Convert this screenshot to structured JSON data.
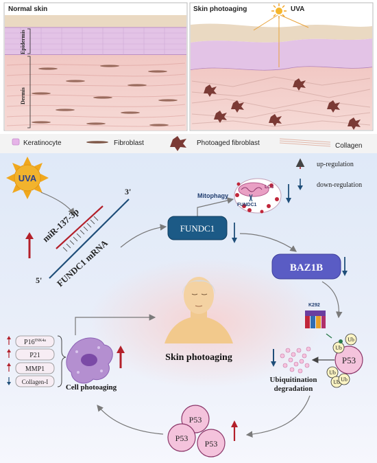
{
  "panels": {
    "normal": "Normal skin",
    "photoaging": "Skin photoaging",
    "uva_top": "UVA",
    "epidermis": "Epidermis",
    "dermis": "Dermis"
  },
  "legend": {
    "keratinocyte": "Keratinocyte",
    "fibroblast": "Fibroblast",
    "photoaged_fibroblast": "Photoaged fibroblast",
    "collagen": "Collagen"
  },
  "key": {
    "up": "up-regulation",
    "down": "down-regulation"
  },
  "pathway": {
    "uva": "UVA",
    "mirna": "miR-137-3p",
    "mrna": "FUNDC1 mRNA",
    "five_prime": "5'",
    "three_prime": "3'",
    "mitophagy": "Mitophagy",
    "lc3": "LC3",
    "fundc1_small": "FUNDC1",
    "fundc1": "FUNDC1",
    "baz1b": "BAZ1B",
    "k292": "K292",
    "ub": "Ub",
    "p53": "P53",
    "ubiq_line1": "Ubiquitination",
    "ubiq_line2": "degradation",
    "center": "Skin photoaging",
    "cell": "Cell photoaging",
    "markers": {
      "p16": "P16",
      "p16_sup": "INK4a",
      "p21": "P21",
      "mmp1": "MMP1",
      "collagen": "Collagen-I"
    }
  },
  "colors": {
    "up": "#b3202a",
    "down": "#1f4e79",
    "fundc1_fill": "#1c5a86",
    "baz1b_fill": "#5a5cc4",
    "p53_fill": "#f4c3dc",
    "cell_fill": "#b48fd0"
  }
}
